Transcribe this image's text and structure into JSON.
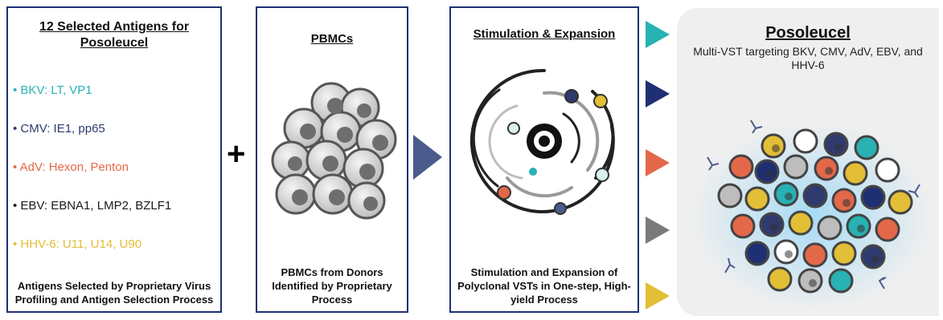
{
  "panel1": {
    "title": "12 Selected Antigens for Posoleucel",
    "antigens": [
      {
        "text": "• BKV: LT, VP1",
        "color": "#28b2b3"
      },
      {
        "text": "• CMV: IE1, pp65",
        "color": "#2f3a6e"
      },
      {
        "text": "• AdV: Hexon, Penton",
        "color": "#e3684a"
      },
      {
        "text": "• EBV: EBNA1, LMP2, BZLF1",
        "color": "#1b1b1b"
      },
      {
        "text": "• HHV-6: U11, U14, U90",
        "color": "#e3be37"
      }
    ],
    "caption": "Antigens Selected by Proprietary Virus Profiling and Antigen Selection Process"
  },
  "plus_sign": "+",
  "panel2": {
    "title": "PBMCs",
    "caption": "PBMCs from Donors Identified by Proprietary Process"
  },
  "panel3": {
    "title": "Stimulation & Expansion",
    "caption": "Stimulation and Expansion of Polyclonal VSTs in One-step, High-yield Process"
  },
  "final": {
    "title": "Posoleucel",
    "subtitle": "Multi-VST targeting BKV, CMV, AdV, EBV, and HHV-6"
  },
  "colors": {
    "navy": "#1f2f73",
    "teal": "#28b2b3",
    "coral": "#e3684a",
    "gray": "#7a7a7a",
    "gold": "#e3be37"
  }
}
